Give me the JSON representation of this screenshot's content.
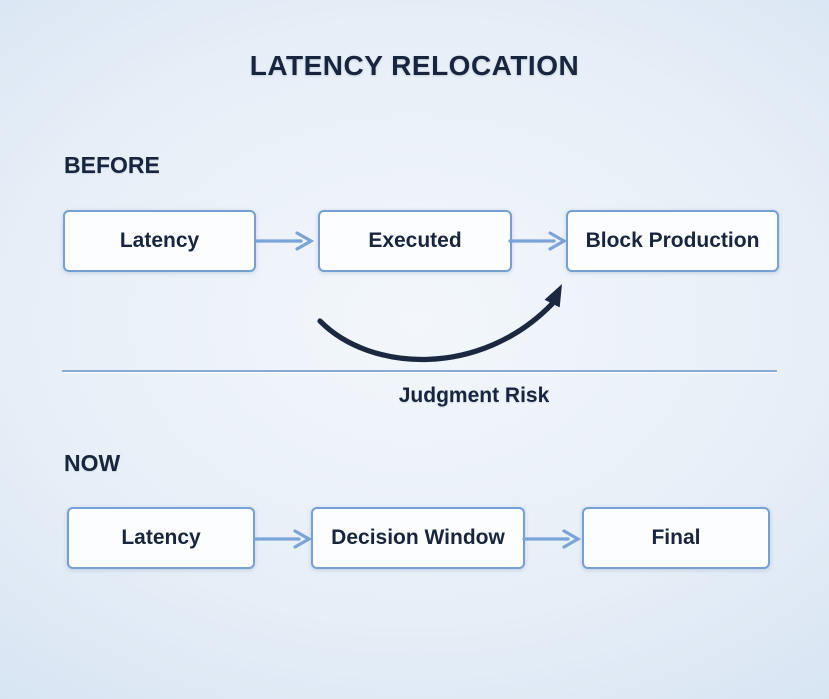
{
  "title": "LATENCY RELOCATION",
  "colors": {
    "background_center": "#f3f7fb",
    "background_edge": "#c6d9ee",
    "box_fill": "#fcfdff",
    "box_border": "#74a0d4",
    "text_dark": "#18253f",
    "arrow_light": "#7aa4d8",
    "arrow_dark": "#1b2940",
    "divider": "#86aad4"
  },
  "sections": {
    "before": {
      "label": "BEFORE",
      "nodes": [
        "Latency",
        "Executed",
        "Block Production"
      ]
    },
    "now": {
      "label": "NOW",
      "nodes": [
        "Latency",
        "Decision Window",
        "Final"
      ]
    }
  },
  "annotation": {
    "label": "Judgment Risk",
    "from": "Executed",
    "to": "Block Production"
  }
}
